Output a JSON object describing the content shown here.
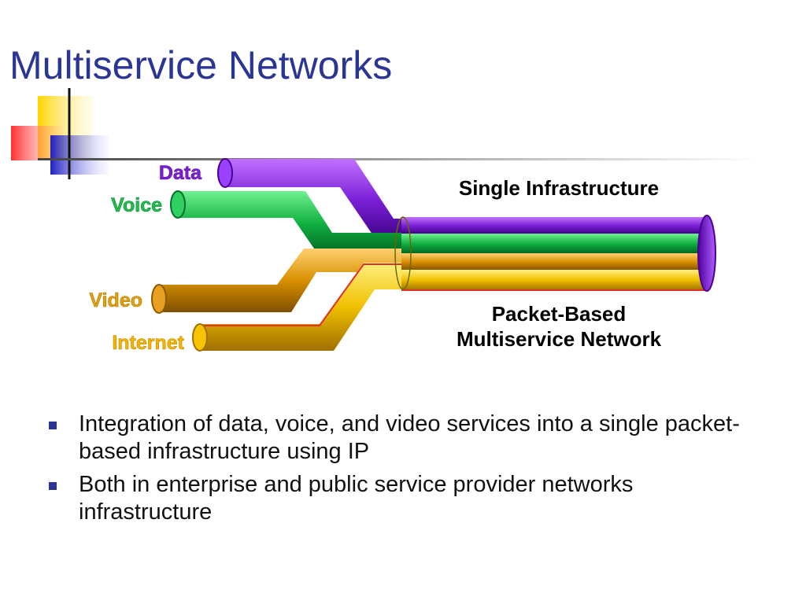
{
  "slide": {
    "title": "Multiservice Networks"
  },
  "diagram": {
    "services": [
      {
        "label": "Data",
        "color": "#7a1fd6"
      },
      {
        "label": "Voice",
        "color": "#1fbf4a"
      },
      {
        "label": "Video",
        "color": "#e0a010"
      },
      {
        "label": "Internet",
        "color": "#f4b400"
      }
    ],
    "top_label": "Single Infrastructure",
    "bottom_label_line1": "Packet-Based",
    "bottom_label_line2": "Multiservice Network"
  },
  "bullets": [
    "Integration of data, voice, and video services into a single packet-based infrastructure using IP",
    "Both in enterprise and public service provider networks infrastructure"
  ],
  "colors": {
    "title": "#2b3694",
    "bullet": "#2b3694"
  }
}
